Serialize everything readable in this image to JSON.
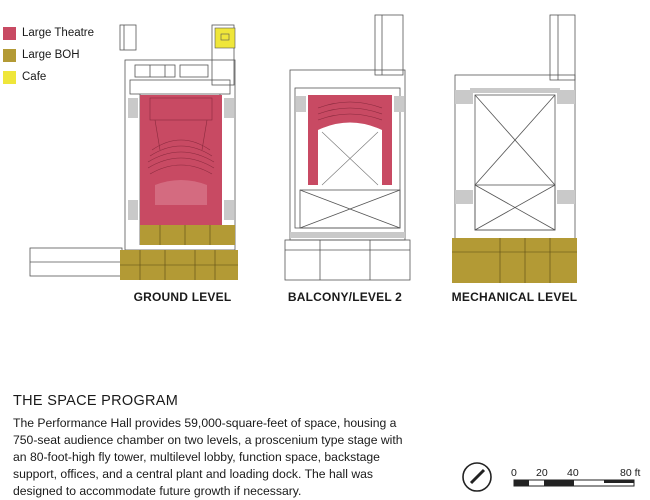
{
  "legend": {
    "items": [
      {
        "label": "Large Theatre",
        "color": "#c84a63"
      },
      {
        "label": "Large BOH",
        "color": "#b39a35"
      },
      {
        "label": "Cafe",
        "color": "#efe63a"
      }
    ]
  },
  "levels": [
    {
      "label": "GROUND LEVEL"
    },
    {
      "label": "BALCONY/LEVEL 2"
    },
    {
      "label": "MECHANICAL LEVEL"
    }
  ],
  "program": {
    "heading": "THE SPACE PROGRAM",
    "body": "The Performance Hall provides 59,000-square-feet of space, housing a 750-seat audience chamber on two levels, a proscenium type stage with an 80-foot-high fly tower, multilevel lobby, function space, backstage support, offices, and a central plant and loading dock. The hall was designed to accommodate future growth if necessary."
  },
  "scale_bar": {
    "labels": [
      "0",
      "20",
      "40",
      "80 ft"
    ]
  },
  "colors": {
    "theatre": "#c84a63",
    "boh": "#b39a35",
    "cafe": "#efe63a",
    "line": "#555555"
  }
}
